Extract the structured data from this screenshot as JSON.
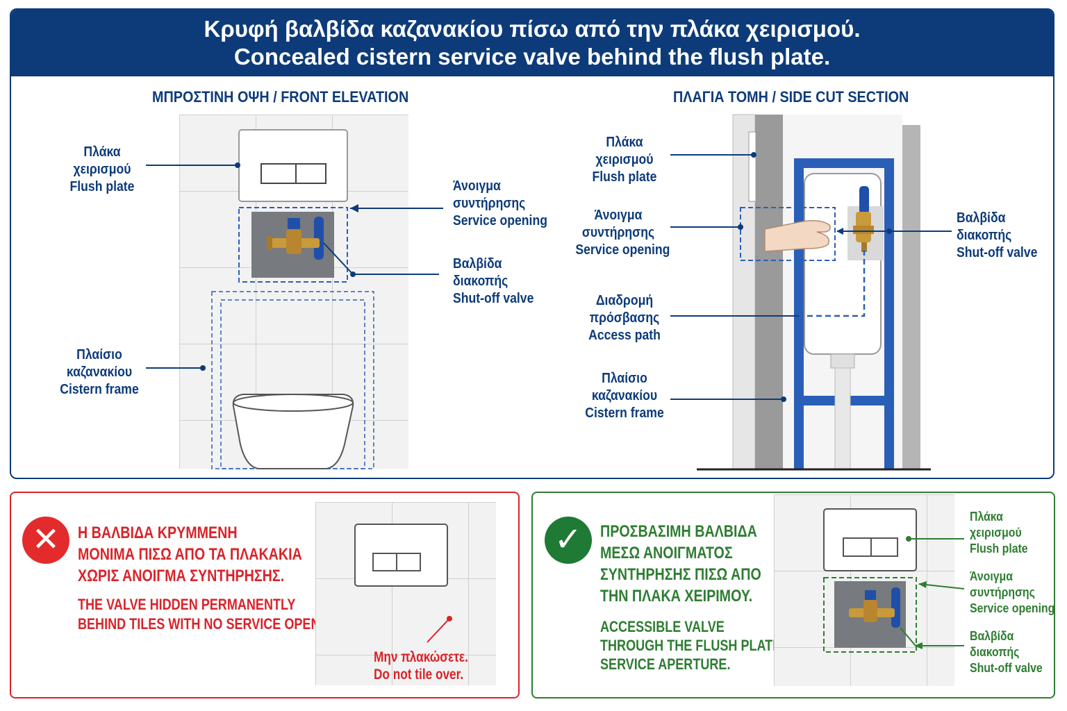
{
  "header": {
    "title_gr": "Κρυφή βαλβίδα καζανακίου πίσω από την πλάκα χειρισμού.",
    "title_en": "Concealed cistern service valve behind the flush plate."
  },
  "front": {
    "title": "ΜΠΡΟΣΤΙΝΗ ΟΨΗ / FRONT ELEVATION",
    "flush_plate": [
      "Πλάκα",
      "χειρισμού",
      "Flush plate"
    ],
    "service_opening": [
      "Άνοιγμα",
      "συντήρησης",
      "Service opening"
    ],
    "shutoff_valve": [
      "Βαλβίδα",
      "διακοπής",
      "Shut-off valve"
    ],
    "cistern_frame": [
      "Πλαίσιο",
      "καζανακίου",
      "Cistern frame"
    ]
  },
  "side": {
    "title": "ΠΛΑΓΙΑ ΤΟΜΗ / SIDE CUT SECTION",
    "flush_plate": [
      "Πλάκα",
      "χειρισμού",
      "Flush plate"
    ],
    "service_opening": [
      "Άνοιγμα",
      "συντήρησης",
      "Service opening"
    ],
    "access_path": [
      "Διαδρομή",
      "πρόσβασης",
      "Access path"
    ],
    "cistern_frame": [
      "Πλαίσιο",
      "καζανακίου",
      "Cistern frame"
    ],
    "shutoff_valve": [
      "Βαλβίδα",
      "διακοπής",
      "Shut-off valve"
    ]
  },
  "bad": {
    "icon": "cross-icon",
    "gr": [
      "Η ΒΑΛΒΙΔΑ ΚΡΥΜΜΕΝΗ",
      "ΜΟΝΙΜΑ ΠΙΣΩ ΑΠΟ ΤΑ ΠΛΑΚΑΚΙΑ",
      "ΧΩΡΙΣ ΑΝΟΙΓΜΑ ΣΥΝΤΗΡΗΣΗΣ."
    ],
    "en": [
      "THE VALVE HIDDEN PERMANENTLY",
      "BEHIND TILES WITH NO SERVICE OPENING."
    ],
    "note": [
      "Μην πλακώσετε.",
      "Do not tile over."
    ]
  },
  "good": {
    "icon": "check-icon",
    "gr": [
      "ΠΡΟΣΒΑΣΙΜΗ ΒΑΛΒΙΔΑ",
      "ΜΕΣΩ ΑΝΟΙΓΜΑΤΟΣ",
      "ΣΥΝΤΗΡΗΣΗΣ ΠΙΣΩ ΑΠΟ",
      "ΤΗΝ ΠΛΑΚΑ ΧΕΙΡΙΜΟΥ."
    ],
    "en": [
      "ACCESSIBLE VALVE",
      "THROUGH THE FLUSH PLATE",
      "SERVICE APERTURE."
    ],
    "flush_plate": [
      "Πλάκα",
      "χειρισμού",
      "Flush plate"
    ],
    "service_opening": [
      "Άνοιγμα",
      "συντήρησης",
      "Service opening"
    ],
    "shutoff_valve": [
      "Βαλβίδα",
      "διακοπής",
      "Shut-off valve"
    ]
  },
  "colors": {
    "navy": "#0d3b7a",
    "frame_blue": "#2a5fb8",
    "red": "#d9232a",
    "green": "#2e7d32",
    "brass": "#c99a3a"
  }
}
